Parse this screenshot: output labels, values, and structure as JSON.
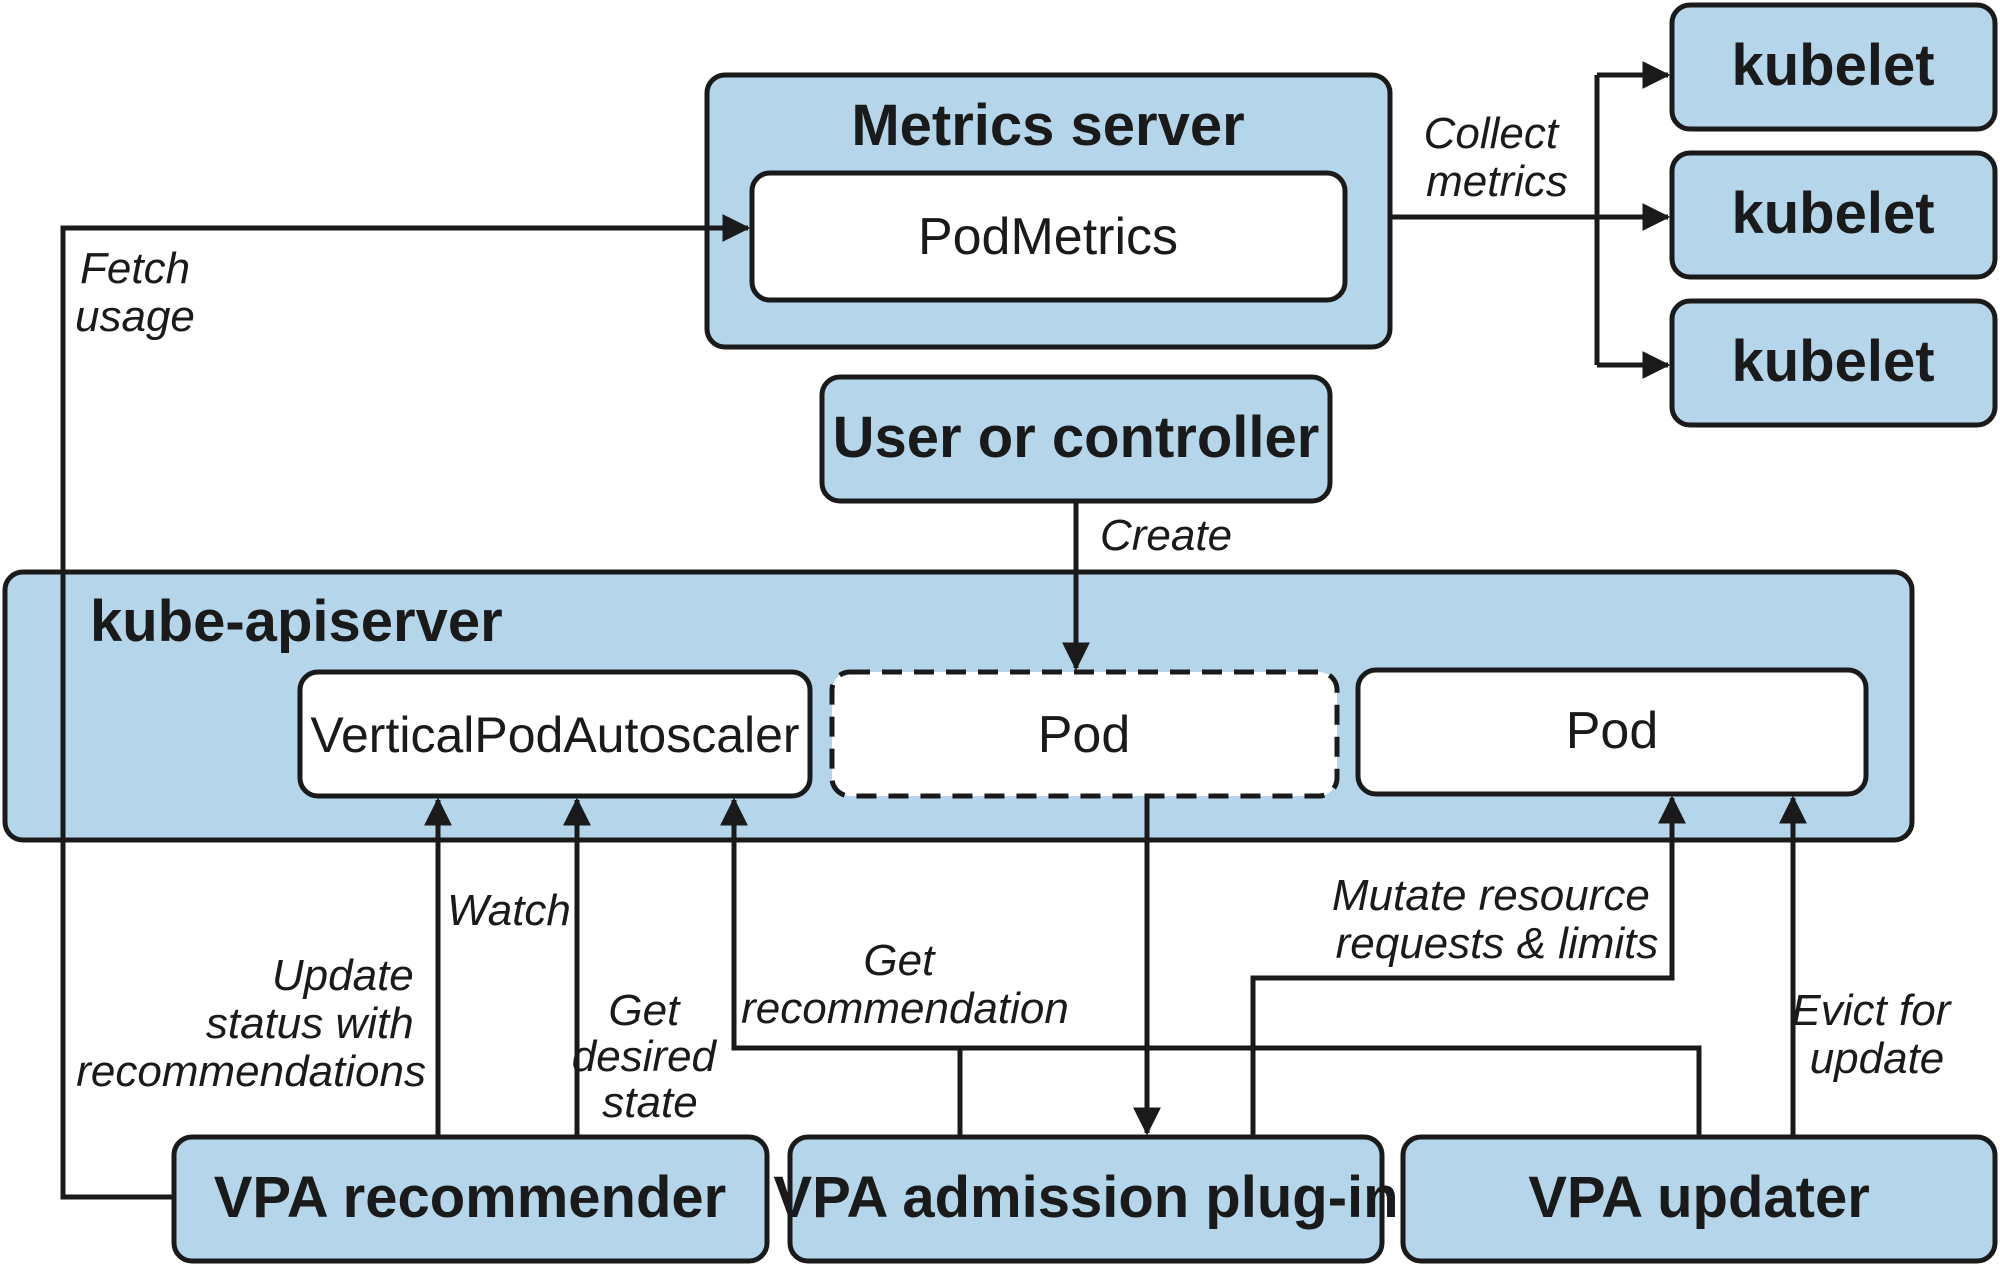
{
  "boxes": {
    "metrics_server": "Metrics server",
    "pod_metrics": "PodMetrics",
    "kubelets": [
      "kubelet",
      "kubelet",
      "kubelet"
    ],
    "user_controller": "User or controller",
    "apiserver": "kube-apiserver",
    "vpa_object": "VerticalPodAutoscaler",
    "pod_pending": "Pod",
    "pod": "Pod",
    "recommender": "VPA recommender",
    "admission": "VPA admission plug-in",
    "updater": "VPA updater"
  },
  "labels": {
    "collect_metrics": [
      "Collect",
      "metrics"
    ],
    "fetch_usage": [
      "Fetch",
      "usage"
    ],
    "create": [
      "Create"
    ],
    "watch": [
      "Watch"
    ],
    "update_status": [
      "Update",
      "status with",
      "recommendations"
    ],
    "get_desired": [
      "Get",
      "desired",
      "state"
    ],
    "get_recommendation": [
      "Get",
      "recommendation"
    ],
    "mutate": [
      "Mutate resource",
      "requests & limits"
    ],
    "evict": [
      "Evict for",
      "update"
    ]
  },
  "colors": {
    "box_fill": "#b4d5ea",
    "inner_fill": "#ffffff",
    "stroke": "#1a1a1a"
  }
}
